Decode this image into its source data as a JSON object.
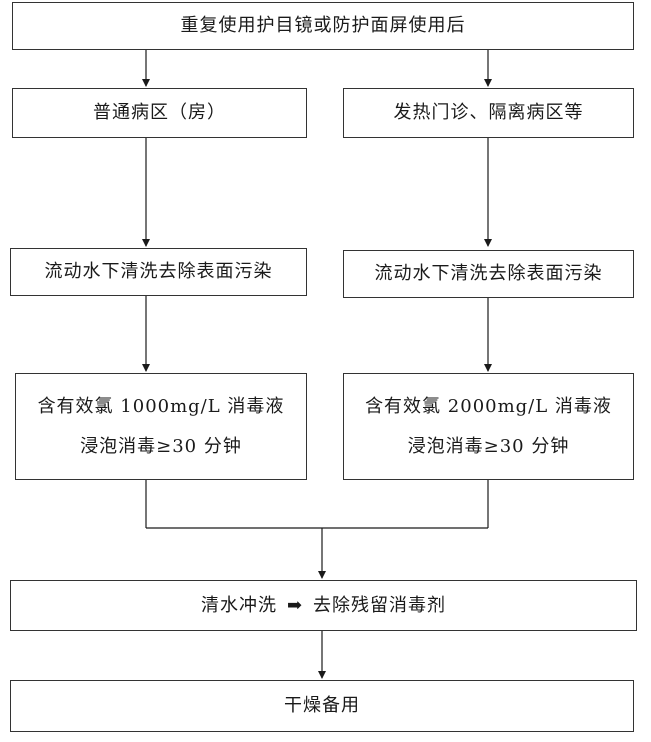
{
  "flow": {
    "top": "重复使用护目镜或防护面屏使用后",
    "left": {
      "category": "普通病区（房）",
      "rinse": "流动水下清洗去除表面污染",
      "disinfect_line1": "含有效氯 1000mg/L 消毒液",
      "disinfect_line2": "浸泡消毒≥30 分钟"
    },
    "right": {
      "category": "发热门诊、隔离病区等",
      "rinse": "流动水下清洗去除表面污染",
      "disinfect_line1": "含有效氯 2000mg/L 消毒液",
      "disinfect_line2": "浸泡消毒≥30 分钟"
    },
    "rinse_step": {
      "part1": "清水冲洗",
      "arrow_glyph": "➡",
      "part2": "去除残留消毒剂"
    },
    "final": "干燥备用"
  }
}
